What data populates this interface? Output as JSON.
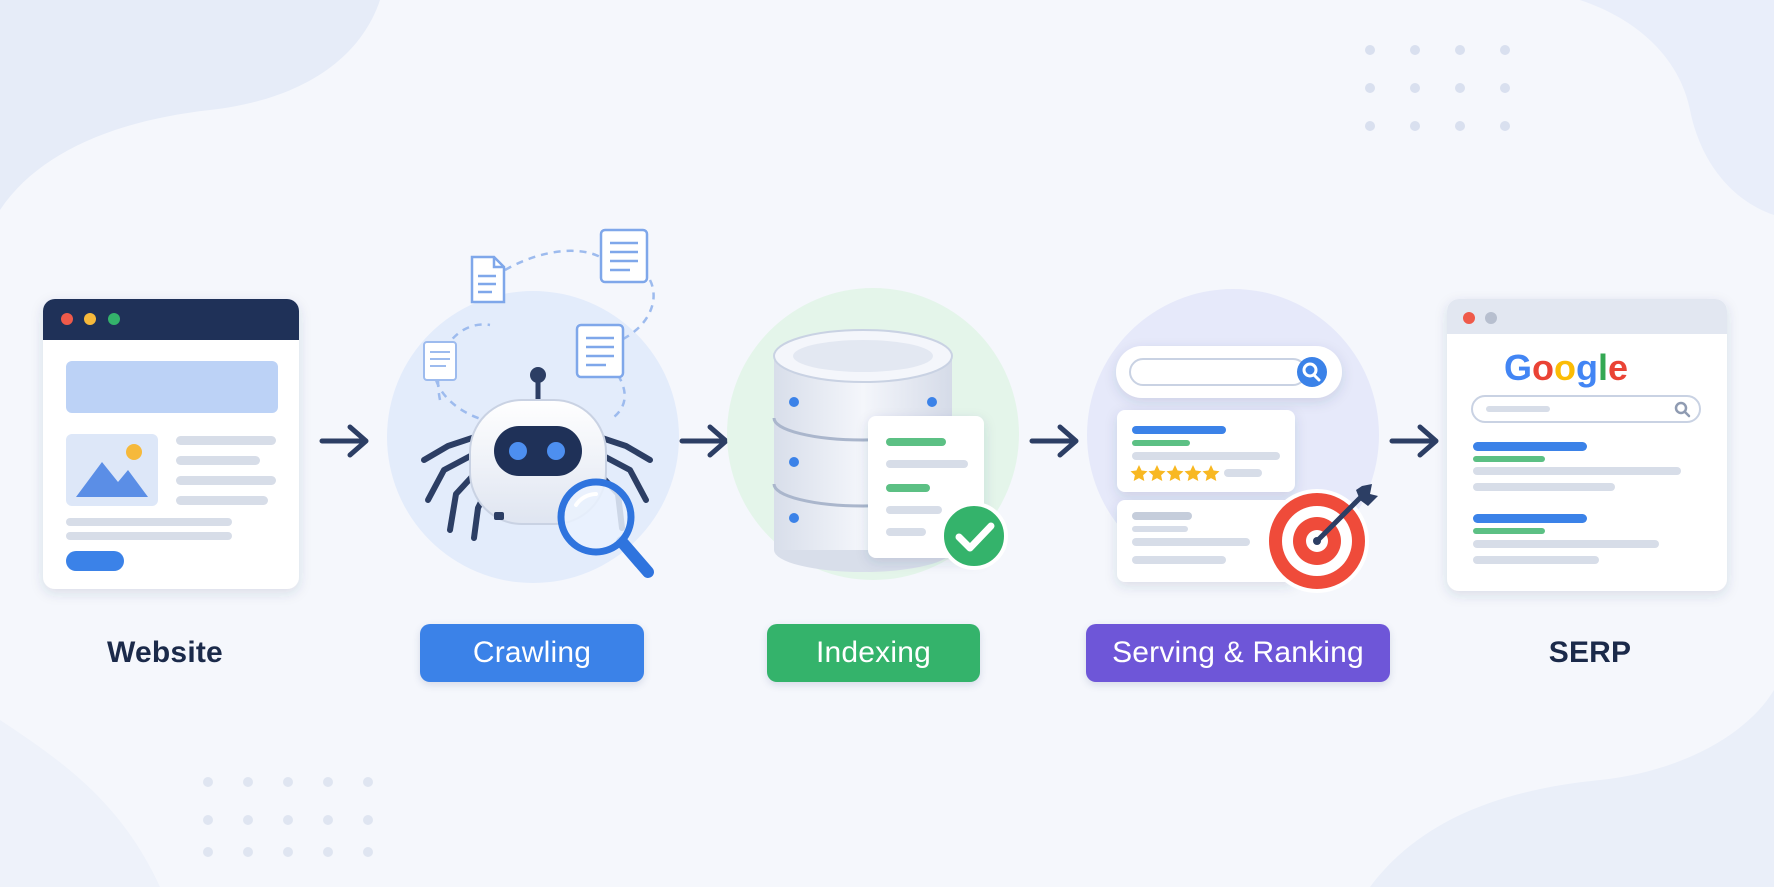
{
  "steps": [
    {
      "id": "website",
      "label": "Website",
      "style": "plain"
    },
    {
      "id": "crawling",
      "label": "Crawling",
      "style": "pill",
      "color": "#3b82e8"
    },
    {
      "id": "indexing",
      "label": "Indexing",
      "style": "pill",
      "color": "#34b36b"
    },
    {
      "id": "serving",
      "label": "Serving & Ranking",
      "style": "pill",
      "color": "#6e56d8"
    },
    {
      "id": "serp",
      "label": "SERP",
      "style": "plain"
    }
  ],
  "serp": {
    "logo_text": "Google",
    "logo_colors": [
      "#4285f4",
      "#ea4335",
      "#fbbc05",
      "#4285f4",
      "#34a853",
      "#ea4335"
    ]
  },
  "icons": [
    "browser-window-icon",
    "spider-robot-icon",
    "magnifier-icon",
    "document-icon",
    "database-icon",
    "check-icon",
    "search-bar-icon",
    "star-rating-icon",
    "target-icon",
    "arrow-right-icon"
  ],
  "colors": {
    "navy": "#1b2a4a",
    "blue": "#3b82e8",
    "green": "#34b36b",
    "purple": "#6e56d8",
    "red": "#ef4b3a",
    "star": "#f8b822"
  }
}
